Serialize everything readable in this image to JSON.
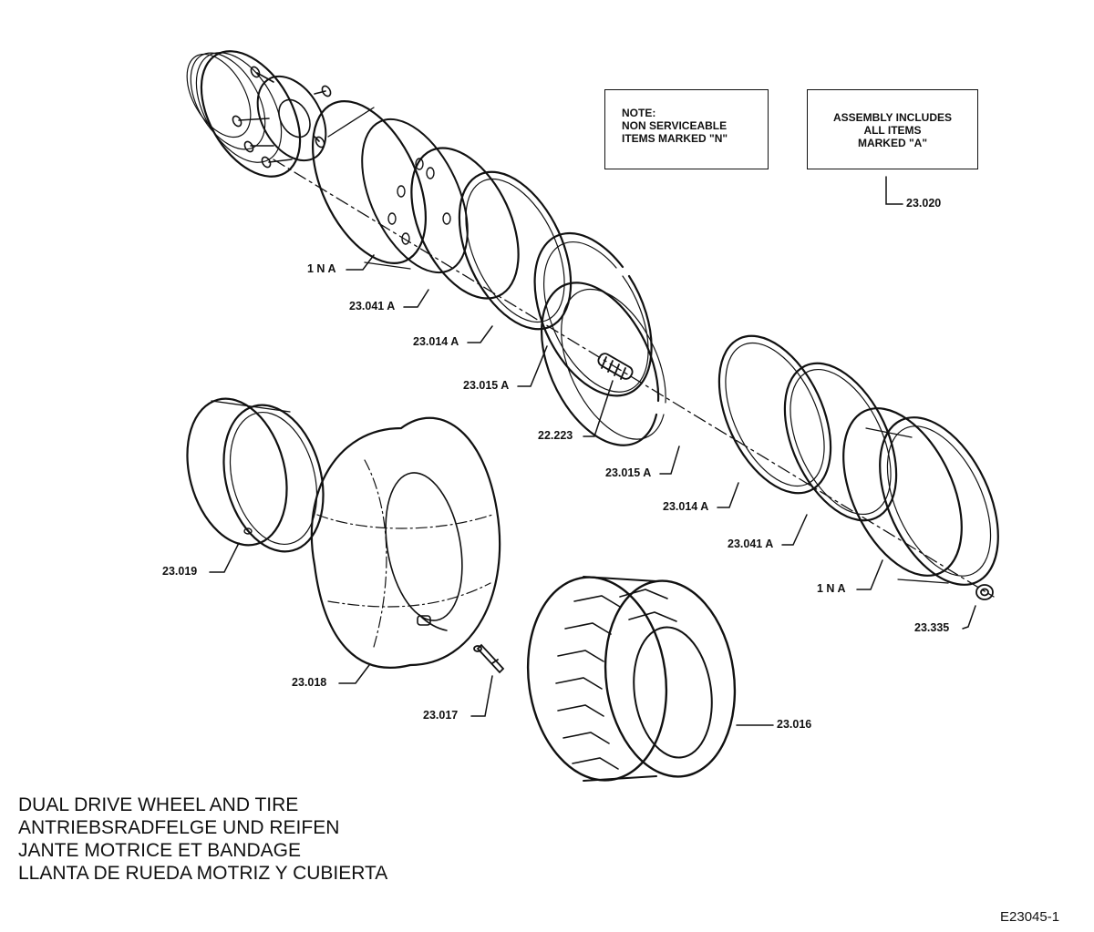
{
  "note": {
    "lines": [
      "NOTE:",
      "NON SERVICEABLE",
      "ITEMS MARKED \"N\""
    ]
  },
  "assembly_note": {
    "lines": [
      "ASSEMBLY INCLUDES",
      "ALL ITEMS",
      "MARKED \"A\""
    ]
  },
  "callouts": [
    {
      "id": "1na-upper",
      "text": "1 N A"
    },
    {
      "id": "23041a-upper",
      "text": "23.041 A"
    },
    {
      "id": "23014a-upper",
      "text": "23.014 A"
    },
    {
      "id": "23015a-upper",
      "text": "23.015 A"
    },
    {
      "id": "22223",
      "text": "22.223"
    },
    {
      "id": "23015a-lower",
      "text": "23.015 A"
    },
    {
      "id": "23014a-lower",
      "text": "23.014 A"
    },
    {
      "id": "23041a-lower",
      "text": "23.041 A"
    },
    {
      "id": "1na-lower",
      "text": "1 N A"
    },
    {
      "id": "23335",
      "text": "23.335"
    },
    {
      "id": "23020",
      "text": "23.020"
    },
    {
      "id": "23019",
      "text": "23.019"
    },
    {
      "id": "23018",
      "text": "23.018"
    },
    {
      "id": "23017",
      "text": "23.017"
    },
    {
      "id": "23016",
      "text": "23.016"
    }
  ],
  "title": {
    "lines": [
      "DUAL DRIVE WHEEL AND TIRE",
      "ANTRIEBSRADFELGE UND REIFEN",
      "JANTE MOTRICE ET BANDAGE",
      "LLANTA DE RUEDA MOTRIZ Y CUBIERTA"
    ]
  },
  "figure_id": "E23045-1"
}
